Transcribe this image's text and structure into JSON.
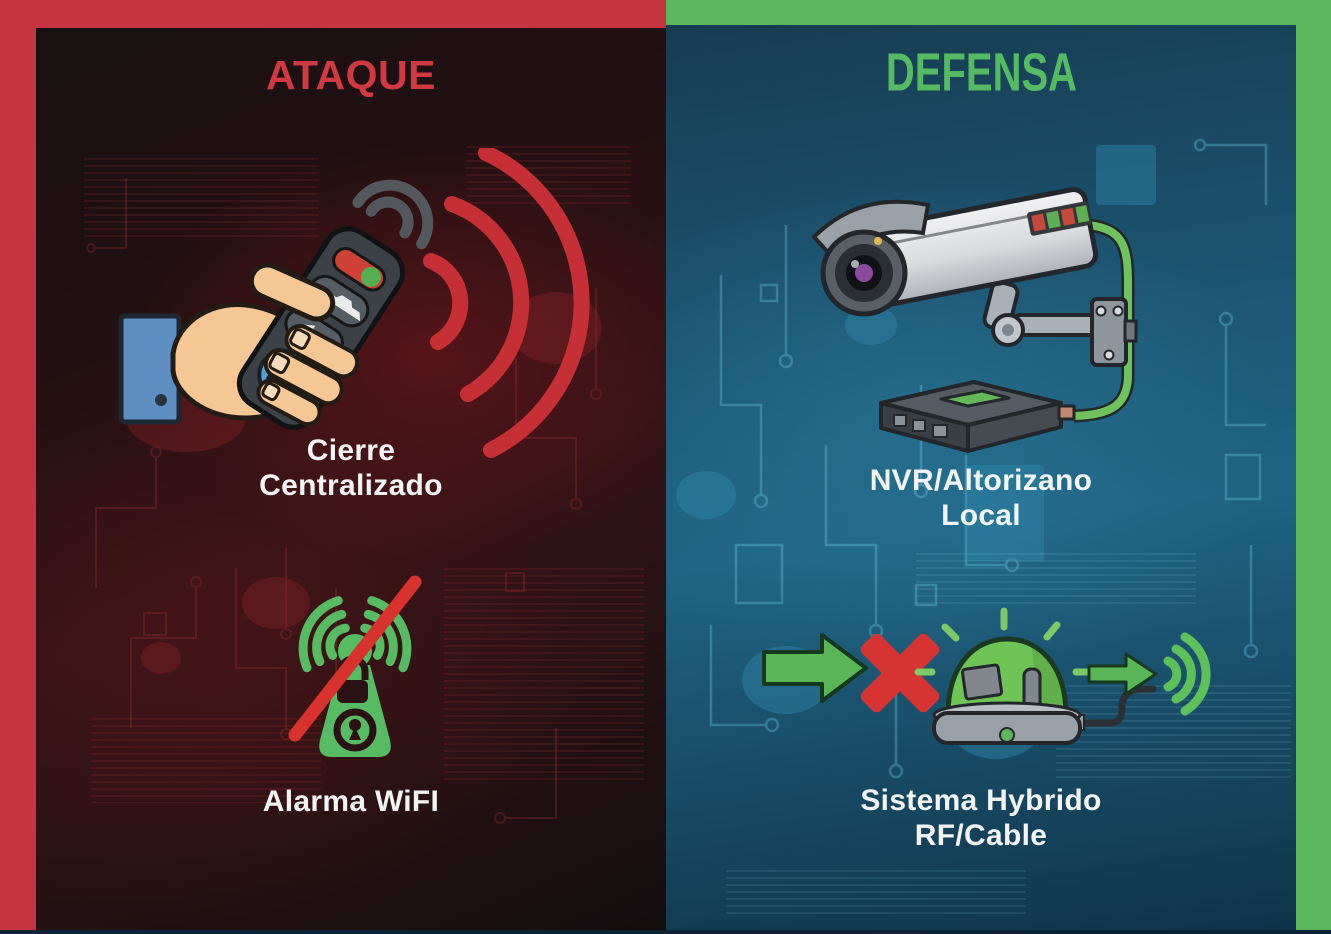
{
  "infographic": {
    "left": {
      "title": "ATAQUE",
      "item1": {
        "line1": "Cierre",
        "line2": "Centralizado",
        "icon": "keyfob-remote-rf-attack-icon"
      },
      "item2": {
        "label": "Alarma WiFI",
        "icon": "wifi-alarm-blocked-icon"
      }
    },
    "right": {
      "title": "DEFENSA",
      "item1": {
        "line1": "NVR/Altorizano",
        "line2": "Local",
        "icon": "cctv-camera-nvr-icon"
      },
      "item2": {
        "line1": "Sistema Hybrido",
        "line2": "RF/Cable",
        "icon": "hybrid-siren-rf-cable-icon"
      }
    },
    "colors": {
      "attack_frame": "#c63440",
      "defense_frame": "#5cb85f",
      "attack_title": "#d0393f",
      "defense_title": "#55bb63",
      "label_text": "#f2f4f3",
      "rf_wave_red": "#c62f35",
      "icon_green": "#57bb63",
      "blocked_slash": "#d8322e",
      "attack_panel_bg": "#2a1113",
      "defense_panel_bg": "#1d5a77"
    }
  }
}
